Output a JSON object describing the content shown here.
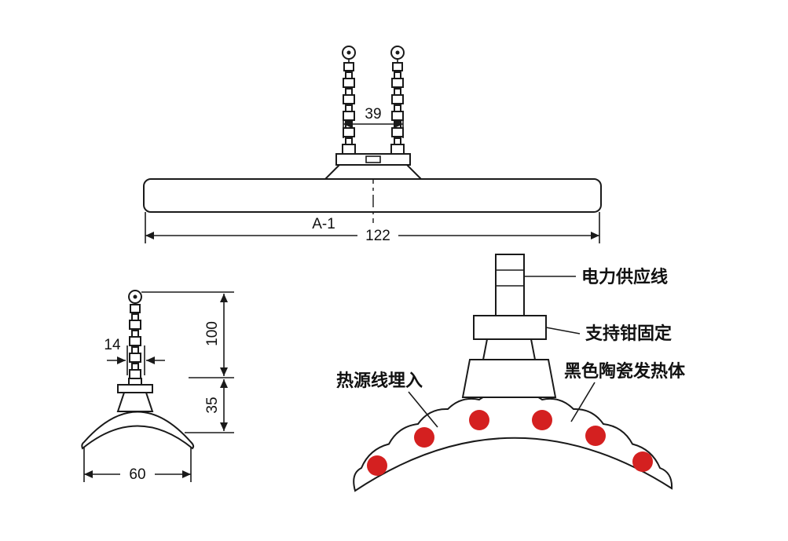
{
  "drawing": {
    "front_view": {
      "terminal_spacing": "39",
      "model_label": "A-1",
      "overall_width": "122"
    },
    "side_view": {
      "chain_width": "14",
      "height_upper": "100",
      "height_lower": "35",
      "body_width": "60"
    },
    "section_view": {
      "labels": {
        "power_supply_line": "电力供应线",
        "support_clamp": "支持钳固定",
        "black_ceramic_heater": "黑色陶瓷发热体",
        "heat_wire_embedded": "热源线埋入"
      },
      "heat_wire_count": 6
    },
    "colors": {
      "line": "#1a1a1a",
      "heat_wire": "#d42020",
      "background": "#ffffff"
    }
  }
}
